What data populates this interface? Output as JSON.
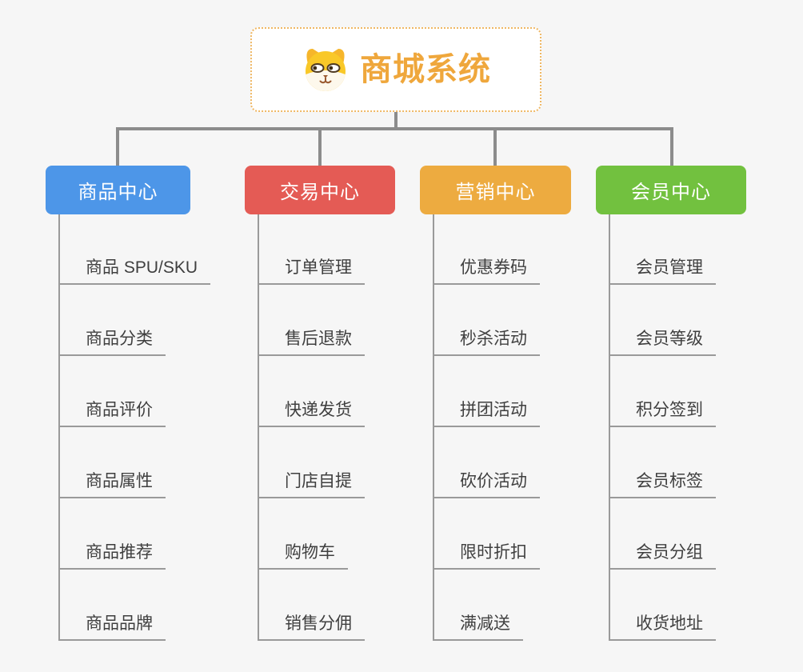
{
  "page": {
    "background_color": "#F6F6F6",
    "connector_color": "#8C8C8C",
    "leaf_text_color": "#3F3F3F",
    "leaf_line_color": "#9A9A9A"
  },
  "root": {
    "title": "商城系统",
    "icon": "dog-icon",
    "text_color": "#EFA73C",
    "border_color": "#EFB763",
    "background": "#FFFFFF"
  },
  "branches": [
    {
      "label": "商品中心",
      "color": "#4D96E8",
      "children": [
        "商品 SPU/SKU",
        "商品分类",
        "商品评价",
        "商品属性",
        "商品推荐",
        "商品品牌"
      ]
    },
    {
      "label": "交易中心",
      "color": "#E45B55",
      "children": [
        "订单管理",
        "售后退款",
        "快递发货",
        "门店自提",
        "购物车",
        "销售分佣"
      ]
    },
    {
      "label": "营销中心",
      "color": "#EDAB40",
      "children": [
        "优惠券码",
        "秒杀活动",
        "拼团活动",
        "砍价活动",
        "限时折扣",
        "满减送"
      ]
    },
    {
      "label": "会员中心",
      "color": "#72C13F",
      "children": [
        "会员管理",
        "会员等级",
        "积分签到",
        "会员标签",
        "会员分组",
        "收货地址"
      ]
    }
  ]
}
